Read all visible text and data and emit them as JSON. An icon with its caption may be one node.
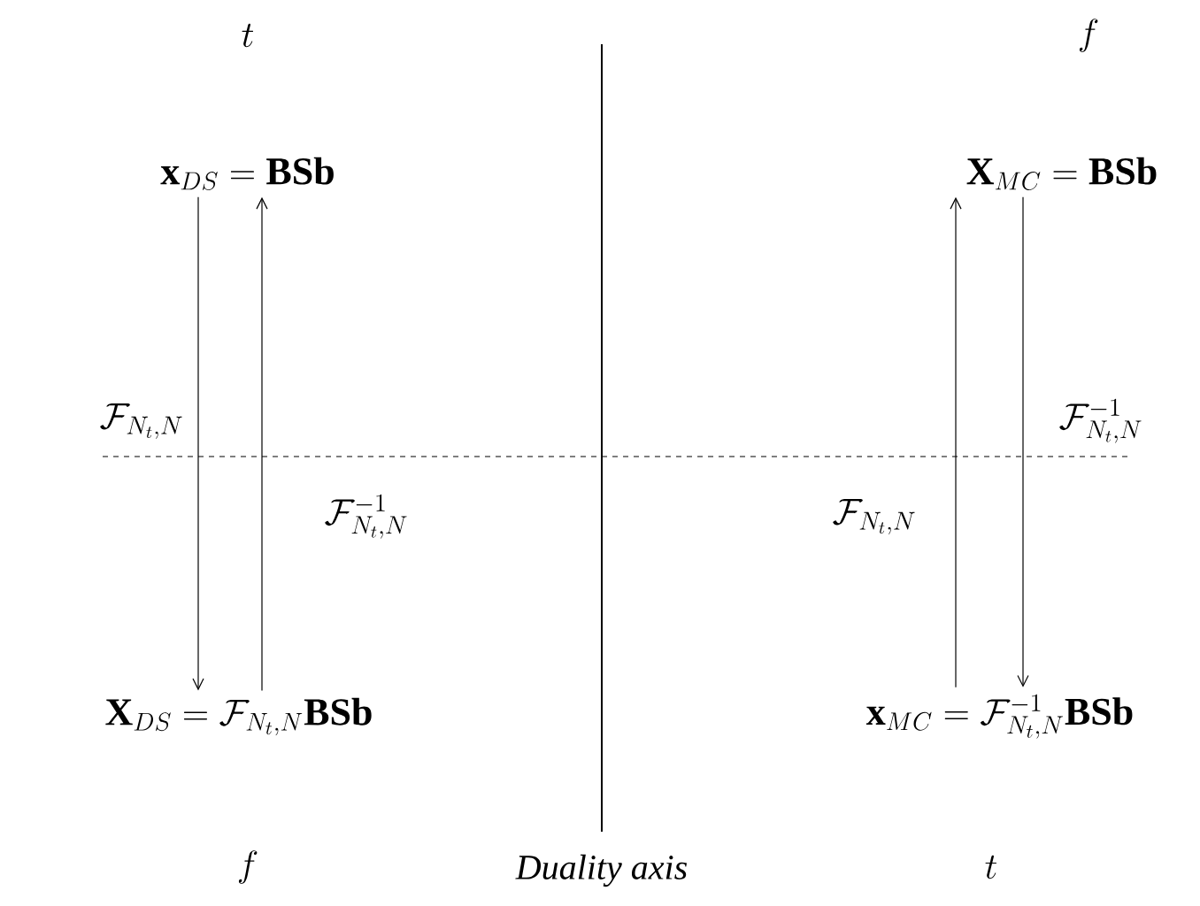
{
  "diagram": {
    "nodes": [
      {
        "text": [
          "\\mathbf{x}_{DS} = \\mathbf{BSb}"
        ]
      },
      {
        "text": [
          "\\mathbf{X}_{MC} = \\mathbf{BSb}"
        ]
      },
      {
        "text": [
          "\\mathbf{X}_{DS} = \\mathcal{F}_{N_t,N}\\mathbf{BSb}"
        ]
      },
      {
        "text": [
          "\\mathbf{x}_{MC} = \\mathcal{F}_{N_t,N}^{-1}\\mathbf{BSb}"
        ]
      }
    ],
    "edges": [
      {
        "from": 0,
        "to": 2,
        "arrow": "to",
        "label": "\\mathcal{F}_{N_t,N}"
      },
      {
        "from": 2,
        "to": 0,
        "arrow": "to",
        "label": "\\mathcal{F}_{N_t,N}^{-1}"
      },
      {
        "from": 3,
        "to": 1,
        "arrow": "to",
        "label": "\\mathcal{F}_{N_t,N}"
      },
      {
        "from": 1,
        "to": 3,
        "arrow": "to",
        "label": "\\mathcal{F}_{N_t,N}^{-1}"
      }
    ],
    "labels": [
      "t",
      "f",
      "f",
      "Duality axis",
      "t"
    ]
  }
}
